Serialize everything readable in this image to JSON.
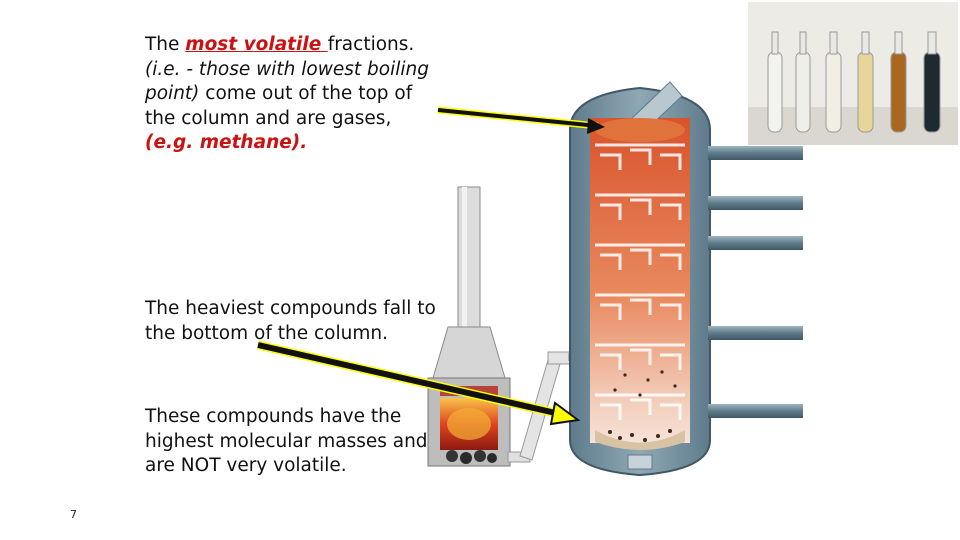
{
  "text": {
    "block1": {
      "p1": "The ",
      "p2": "most volatile ",
      "p3": "fractions. ",
      "p4": "(i.e. - those with lowest boiling point)",
      "p5": " come out of the top of the column and are gases, ",
      "p6": "(e.g. methane)."
    },
    "block2": "The heaviest compounds fall to the bottom of the column.",
    "block3": "These compounds have the highest molecular masses and are NOT very volatile."
  },
  "page_number": "7",
  "colors": {
    "accent_red": "#cc1111",
    "column_steel": "#6e8a9a",
    "tray_hot": "#d9542a",
    "arrow_outline": "#ffff00"
  }
}
